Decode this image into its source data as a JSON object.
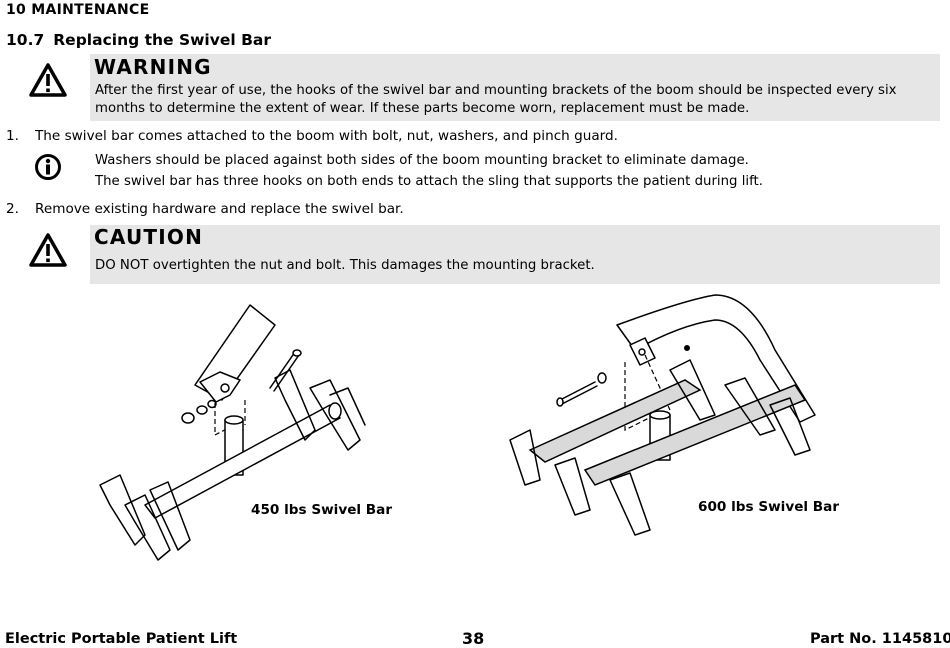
{
  "header": {
    "chapter": "10 MAINTENANCE",
    "section_number": "10.7",
    "section_title": "Replacing the Swivel Bar"
  },
  "warning": {
    "icon": "warning-triangle-icon",
    "title": "WARNING",
    "text": "After the first year of use, the hooks of the swivel bar and mounting brackets of the boom should be inspected every six months to determine the extent of wear. If these parts become worn, replacement must be made."
  },
  "steps": [
    {
      "number": "1.",
      "text": "The swivel bar comes attached to the boom with bolt, nut, washers, and pinch guard."
    },
    {
      "number": "2.",
      "text": "Remove existing hardware and replace the swivel bar."
    }
  ],
  "note": {
    "icon": "info-icon",
    "lines": [
      "Washers should be placed against both sides of the boom mounting bracket to eliminate damage.",
      "The swivel bar has three hooks on both ends to attach the sling that supports the patient during lift."
    ]
  },
  "caution": {
    "icon": "warning-triangle-icon",
    "title": "CAUTION",
    "text": "DO NOT overtighten the nut and bolt. This damages the mounting bracket."
  },
  "figures": [
    {
      "label": "450 lbs Swivel Bar"
    },
    {
      "label": "600 lbs Swivel Bar"
    }
  ],
  "footer": {
    "left": "Electric Portable Patient Lift",
    "page": "38",
    "right": "Part No. 1145810"
  }
}
